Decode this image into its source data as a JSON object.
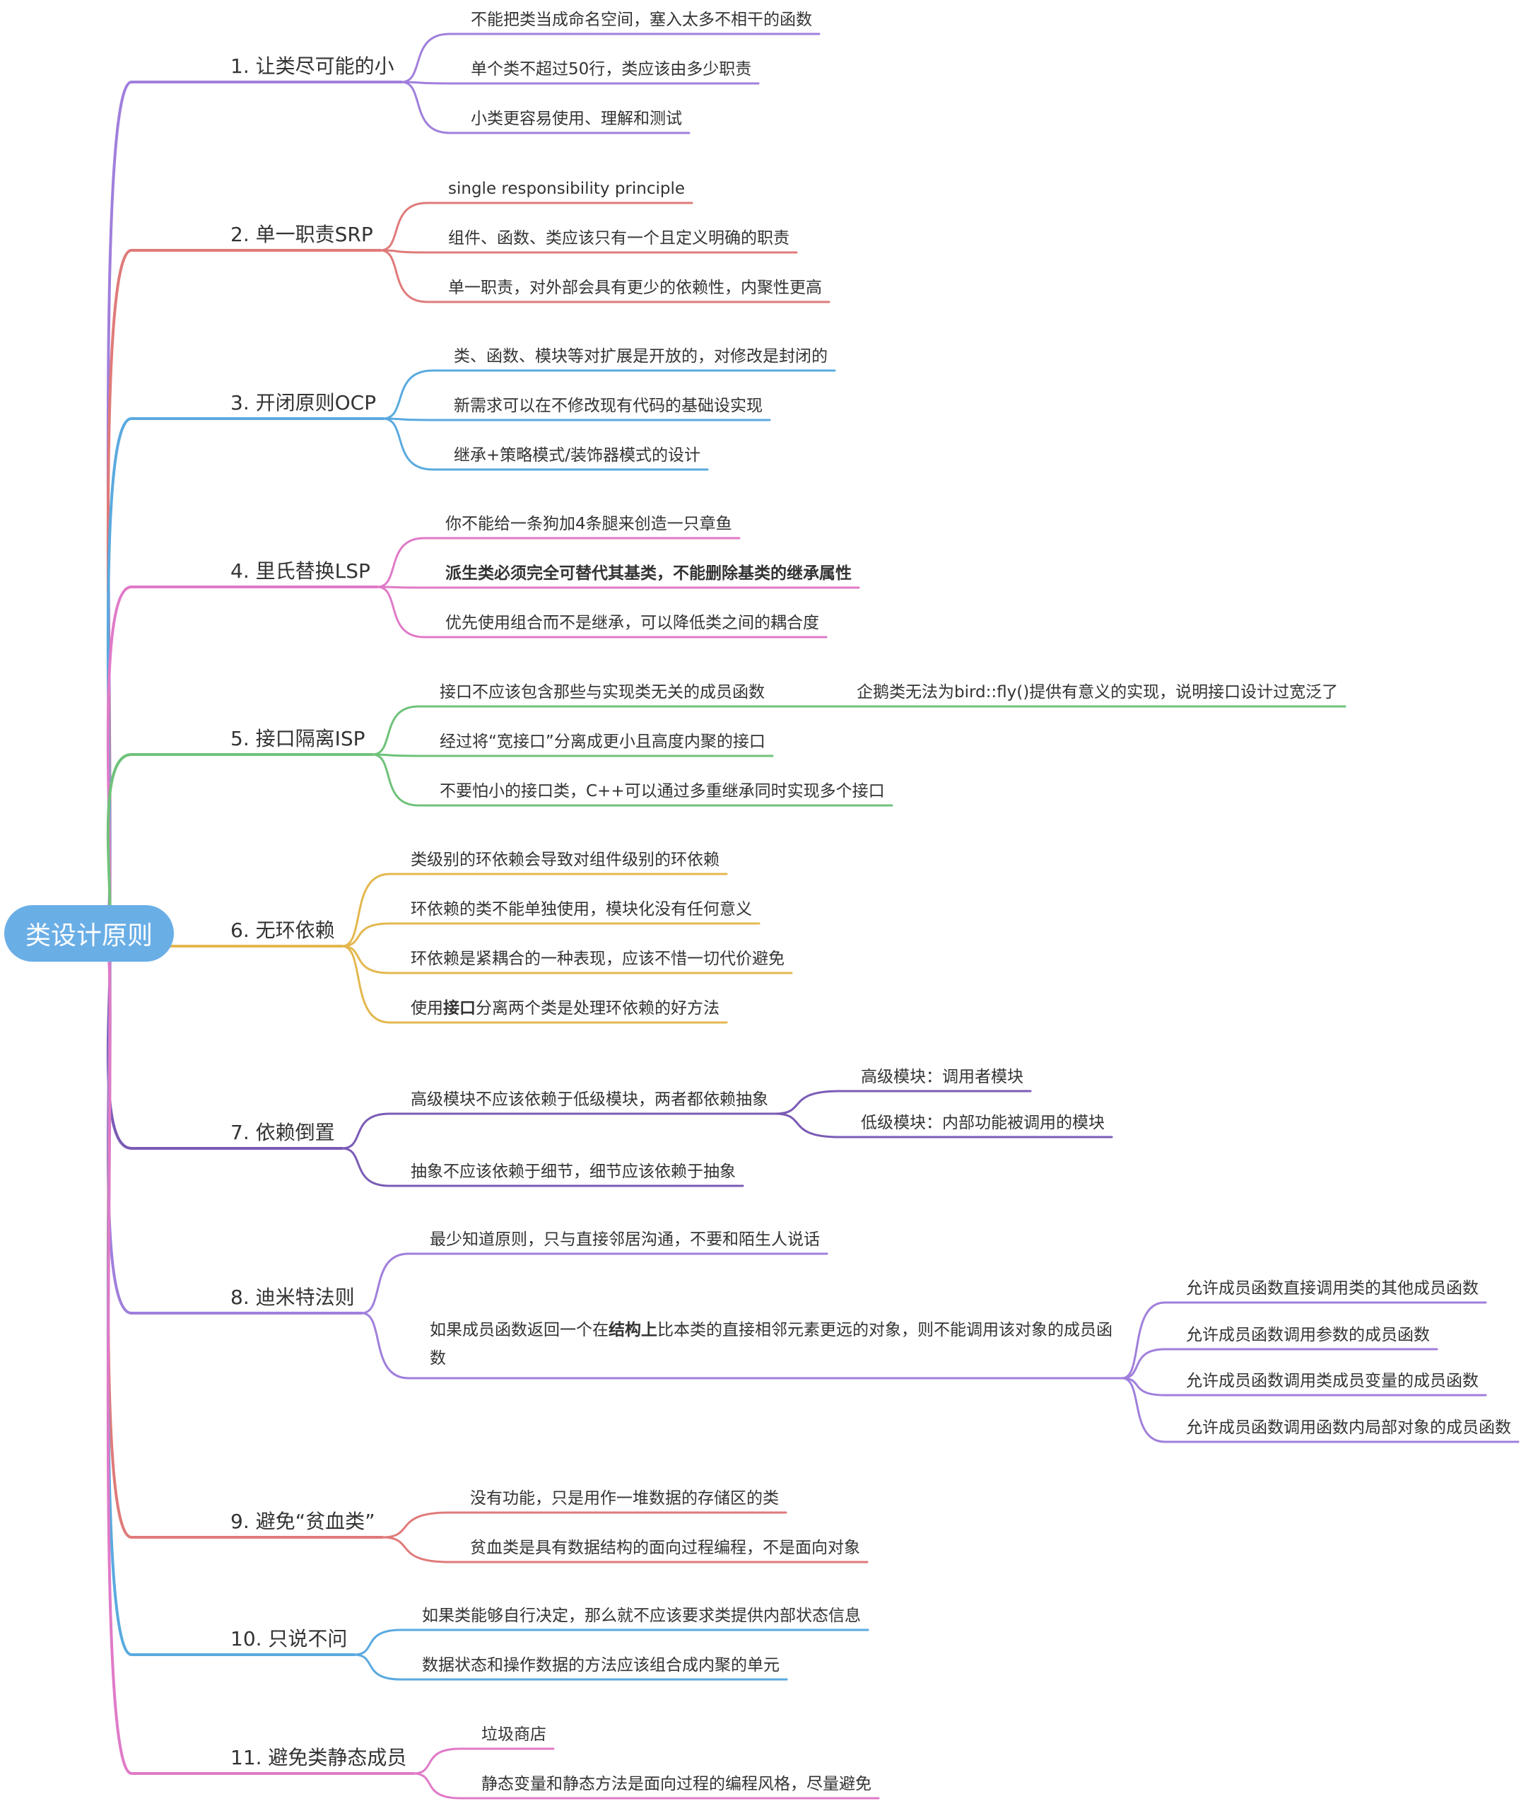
{
  "root": {
    "label": "类设计原则",
    "color": "#6aaee6"
  },
  "branches": [
    {
      "label": "1. 让类尽可能的小",
      "color": "#a07fdc",
      "children": [
        {
          "label": "不能把类当成命名空间，塞入太多不相干的函数"
        },
        {
          "label": "单个类不超过50行，类应该由多少职责"
        },
        {
          "label": "小类更容易使用、理解和测试"
        }
      ]
    },
    {
      "label": "2. 单一职责SRP",
      "color": "#e07a7a",
      "children": [
        {
          "label": "single responsibility principle"
        },
        {
          "label": "组件、函数、类应该只有一个且定义明确的职责"
        },
        {
          "label": "单一职责，对外部会具有更少的依赖性，内聚性更高"
        }
      ]
    },
    {
      "label": "3. 开闭原则OCP",
      "color": "#5aaadf",
      "children": [
        {
          "label": "类、函数、模块等对扩展是开放的，对修改是封闭的"
        },
        {
          "label": "新需求可以在不修改现有代码的基础设实现"
        },
        {
          "label": "继承+策略模式/装饰器模式的设计"
        }
      ]
    },
    {
      "label": "4. 里氏替换LSP",
      "color": "#e07ac8",
      "children": [
        {
          "label": "你不能给一条狗加4条腿来创造一只章鱼"
        },
        {
          "label": "派生类必须完全可替代其基类，不能删除基类的继承属性",
          "bold": true
        },
        {
          "label": "优先使用组合而不是继承，可以降低类之间的耦合度"
        }
      ]
    },
    {
      "label": "5. 接口隔离ISP",
      "color": "#6fc27a",
      "children": [
        {
          "label": "接口不应该包含那些与实现类无关的成员函数",
          "children": [
            {
              "label": "企鹅类无法为bird::fly()提供有意义的实现，说明接口设计过宽泛了"
            }
          ]
        },
        {
          "label": "经过将“宽接口”分离成更小且高度内聚的接口"
        },
        {
          "label": "不要怕小的接口类，C++可以通过多重继承同时实现多个接口"
        }
      ]
    },
    {
      "label": "6. 无环依赖",
      "color": "#e3b84f",
      "children": [
        {
          "label": "类级别的环依赖会导致对组件级别的环依赖"
        },
        {
          "label": "环依赖的类不能单独使用，模块化没有任何意义"
        },
        {
          "label": "环依赖是紧耦合的一种表现，应该不惜一切代价避免"
        },
        {
          "pre": "使用",
          "bold_part": "接口",
          "post": "分离两个类是处理环依赖的好方法"
        }
      ]
    },
    {
      "label": "7. 依赖倒置",
      "color": "#7b5bb5",
      "children": [
        {
          "label": "高级模块不应该依赖于低级模块，两者都依赖抽象",
          "children": [
            {
              "label": "高级模块：调用者模块"
            },
            {
              "label": "低级模块：内部功能被调用的模块"
            }
          ]
        },
        {
          "label": "抽象不应该依赖于细节，细节应该依赖于抽象"
        }
      ]
    },
    {
      "label": "8. 迪米特法则",
      "color": "#a07fdc",
      "children": [
        {
          "label": "最少知道原则，只与直接邻居沟通，不要和陌生人说话"
        },
        {
          "pre": "如果成员函数返回一个在",
          "bold_part": "结构上",
          "post": "比本类的直接相邻元素更远的对象，则不能调用该对象的成员函数",
          "children": [
            {
              "label": "允许成员函数直接调用类的其他成员函数"
            },
            {
              "label": "允许成员函数调用参数的成员函数"
            },
            {
              "label": "允许成员函数调用类成员变量的成员函数"
            },
            {
              "label": "允许成员函数调用函数内局部对象的成员函数"
            }
          ]
        }
      ]
    },
    {
      "label": "9. 避免“贫血类”",
      "color": "#e07a7a",
      "children": [
        {
          "label": "没有功能，只是用作一堆数据的存储区的类"
        },
        {
          "label": "贫血类是具有数据结构的面向过程编程，不是面向对象"
        }
      ]
    },
    {
      "label": "10. 只说不问",
      "color": "#5aaadf",
      "children": [
        {
          "label": "如果类能够自行决定，那么就不应该要求类提供内部状态信息"
        },
        {
          "label": "数据状态和操作数据的方法应该组合成内聚的单元"
        }
      ]
    },
    {
      "label": "11. 避免类静态成员",
      "color": "#e07ac8",
      "children": [
        {
          "label": "垃圾商店"
        },
        {
          "label": "静态变量和静态方法是面向过程的编程风格，尽量避免"
        }
      ]
    }
  ]
}
